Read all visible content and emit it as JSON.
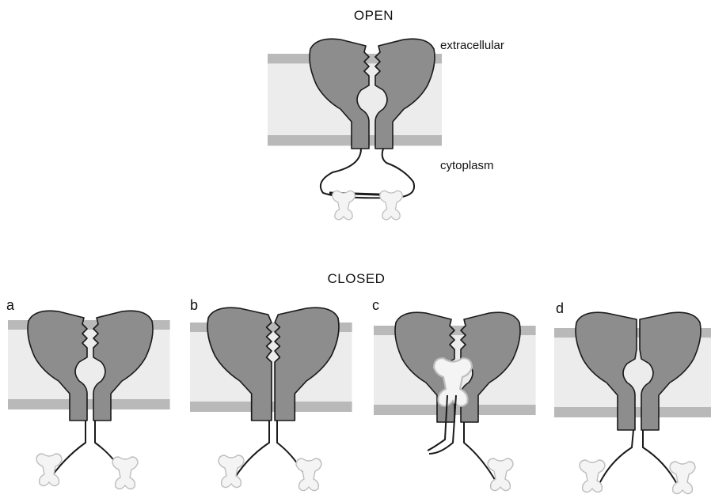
{
  "colors": {
    "membrane_band": "#b9b9b9",
    "membrane_fill": "#ececec",
    "protein": "#8d8d8d",
    "outline": "#1a1a1a",
    "ball": "#f4f4f4",
    "ball_outline": "#bdbdbd"
  },
  "open": {
    "title": "OPEN",
    "extracellular_label": "extracellular",
    "cytoplasm_label": "cytoplasm"
  },
  "closed": {
    "title": "CLOSED",
    "panels": [
      {
        "letter": "a"
      },
      {
        "letter": "b"
      },
      {
        "letter": "c"
      },
      {
        "letter": "d"
      }
    ]
  }
}
